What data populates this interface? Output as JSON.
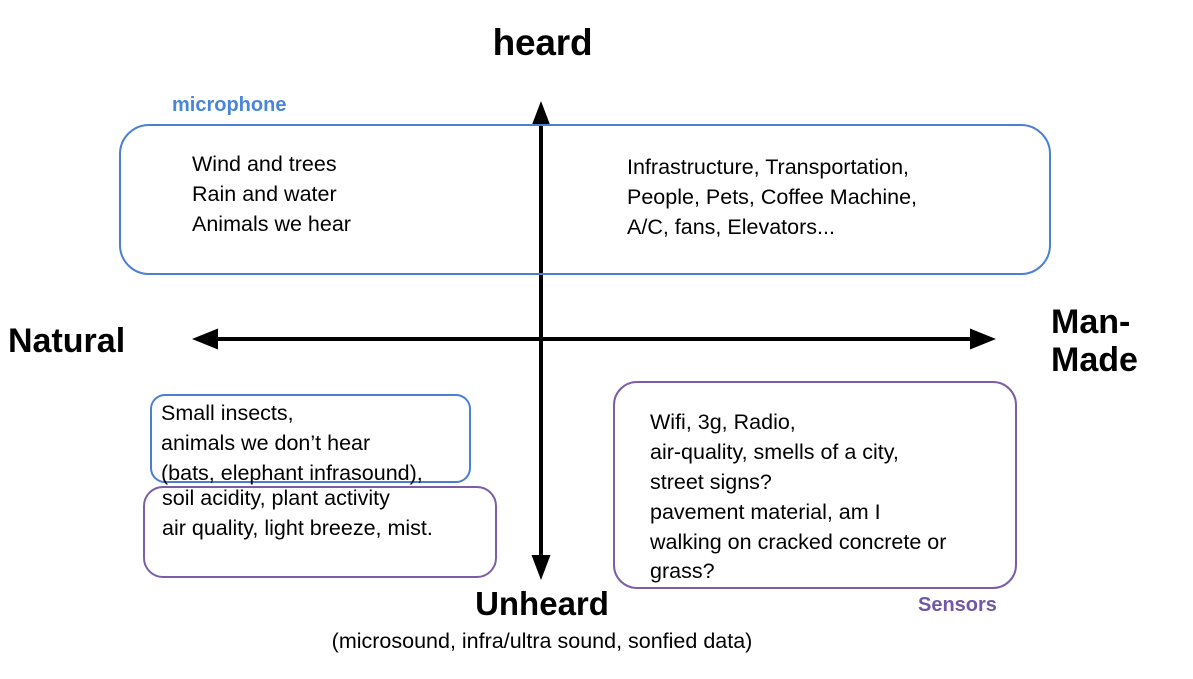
{
  "diagram": {
    "title_axis_top": "heard",
    "axis": {
      "top_label": "heard",
      "bottom_label": "Unheard",
      "bottom_sublabel": "(microsound, infra/ultra sound, sonfied data)",
      "left_label": "Natural",
      "right_label": "Man-\nMade",
      "vertical_arrow_icon": "double-arrow-vertical-icon",
      "horizontal_arrow_icon": "double-arrow-horizontal-icon",
      "color": "#000000"
    },
    "tags": [
      {
        "name": "microphone",
        "label": "microphone",
        "color": "#4A86D8"
      },
      {
        "name": "sensors",
        "label": "Sensors",
        "color": "#7057A8"
      }
    ],
    "colors": {
      "blue_border": "#4A7FD4",
      "purple_border": "#7B5EA7",
      "background": "#FFFFFF",
      "text": "#000000"
    },
    "quadrants": {
      "heard": {
        "border_color": "#4A7FD4",
        "natural_items": "Wind and trees\nRain and water\nAnimals we hear",
        "manmade_items": "Infrastructure, Transportation,\nPeople, Pets, Coffee Machine,\nA/C, fans, Elevators..."
      },
      "unheard_natural_microphone": {
        "border_color": "#4A7FD4",
        "items": "Small insects,\nanimals we don’t hear\n(bats, elephant infrasound),"
      },
      "unheard_natural_sensors": {
        "border_color": "#7B5EA7",
        "items": "soil acidity, plant activity\nair quality,  light breeze, mist."
      },
      "unheard_manmade_sensors": {
        "border_color": "#7B5EA7",
        "items": "Wifi, 3g, Radio,\nair-quality, smells of a city,\nstreet signs?\npavement material, am I\nwalking on cracked concrete or\ngrass?"
      }
    }
  }
}
